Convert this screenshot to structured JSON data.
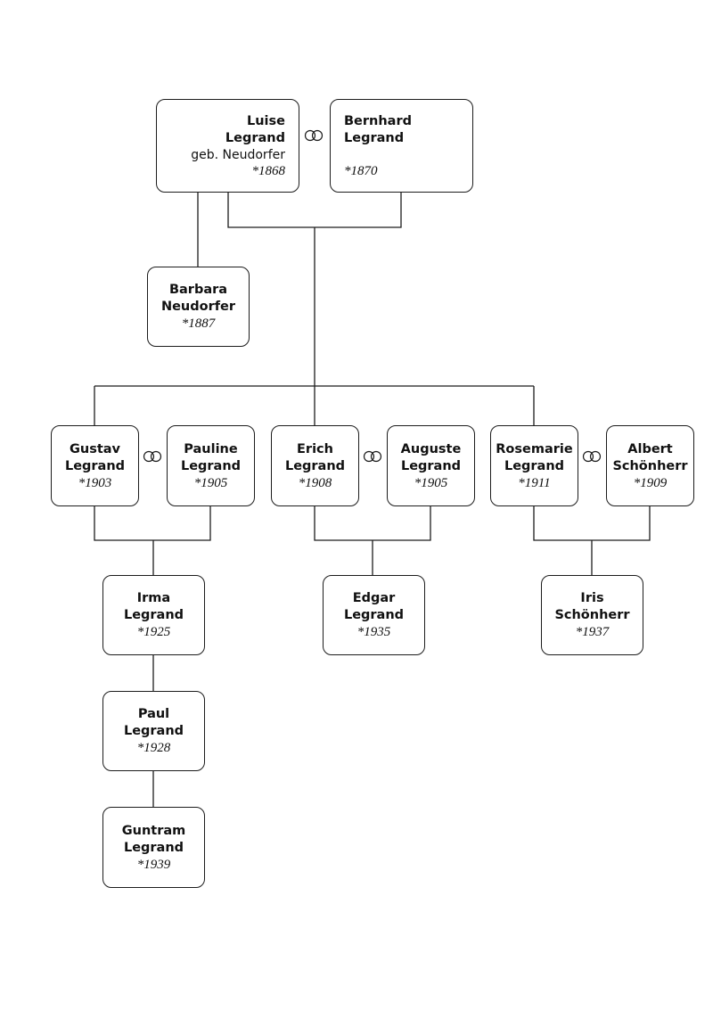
{
  "tree": {
    "marriage_icon": "interlocking-rings-icon",
    "persons": {
      "luise": {
        "first": "Luise",
        "last": "Legrand",
        "maiden": "geb. Neudorfer",
        "born": "*1868"
      },
      "bernhard": {
        "first": "Bernhard",
        "last": "Legrand",
        "born": "*1870"
      },
      "barbara": {
        "first": "Barbara",
        "last": "Neudorfer",
        "born": "*1887"
      },
      "gustav": {
        "first": "Gustav",
        "last": "Legrand",
        "born": "*1903"
      },
      "pauline": {
        "first": "Pauline",
        "last": "Legrand",
        "born": "*1905"
      },
      "erich": {
        "first": "Erich",
        "last": "Legrand",
        "born": "*1908"
      },
      "auguste": {
        "first": "Auguste",
        "last": "Legrand",
        "born": "*1905"
      },
      "rosemarie": {
        "first": "Rosemarie",
        "last": "Legrand",
        "born": "*1911"
      },
      "albert": {
        "first": "Albert",
        "last": "Schönherr",
        "born": "*1909"
      },
      "irma": {
        "first": "Irma",
        "last": "Legrand",
        "born": "*1925"
      },
      "paul": {
        "first": "Paul",
        "last": "Legrand",
        "born": "*1928"
      },
      "guntram": {
        "first": "Guntram",
        "last": "Legrand",
        "born": "*1939"
      },
      "edgar": {
        "first": "Edgar",
        "last": "Legrand",
        "born": "*1935"
      },
      "iris": {
        "first": "Iris",
        "last": "Schönherr",
        "born": "*1937"
      }
    }
  }
}
